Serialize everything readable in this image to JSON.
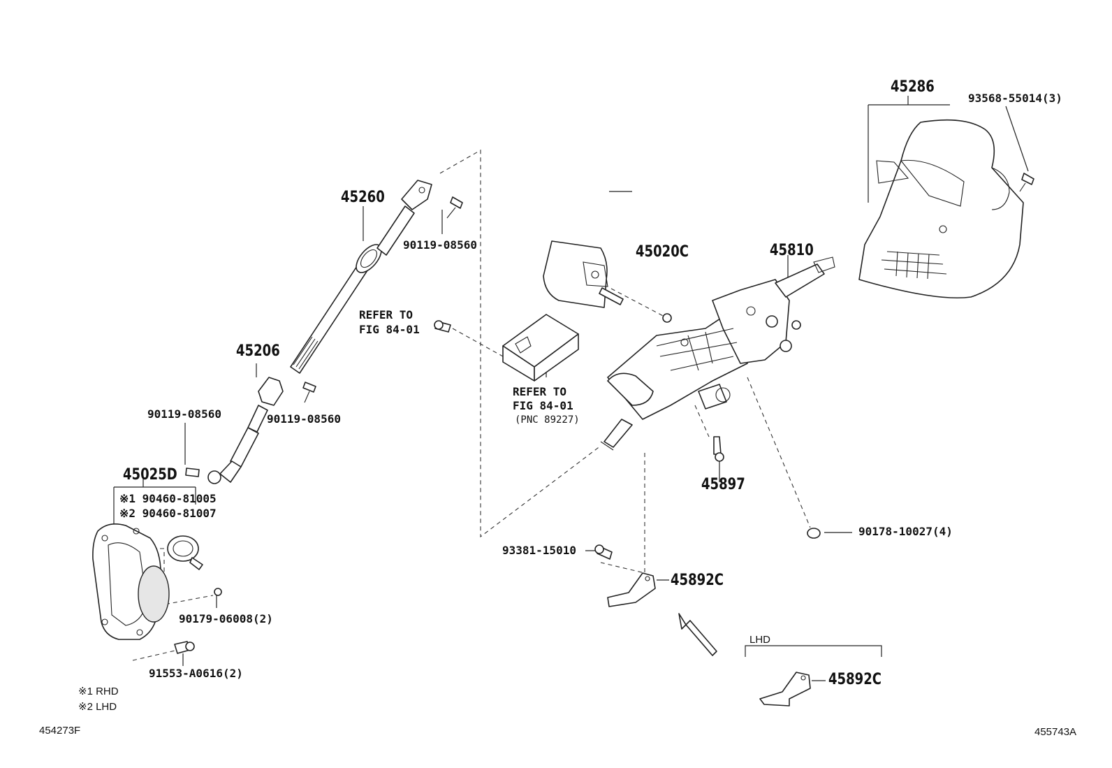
{
  "labels": {
    "p45286": "45286",
    "p93568": "93568-55014(3)",
    "p45260": "45260",
    "p90119_a": "90119-08560",
    "p45020c": "45020C",
    "p45810": "45810",
    "refer1_l1": "REFER TO",
    "refer1_l2": "FIG 84-01",
    "p45206": "45206",
    "refer2_l1": "REFER TO",
    "refer2_l2": "FIG 84-01",
    "refer2_l3": "(PNC 89227)",
    "p90119_b": "90119-08560",
    "p90119_c": "90119-08560",
    "p45025d": "45025D",
    "p90460_1": "※1 90460-81005",
    "p90460_2": "※2 90460-81007",
    "p45897": "45897",
    "p90178": "90178-10027(4)",
    "p93381": "93381-15010",
    "p45892c_a": "45892C",
    "p90179": "90179-06008(2)",
    "lhd": "LHD",
    "p45892c_b": "45892C",
    "p91553": "91553-A0616(2)",
    "note1": "※1 RHD",
    "note2": "※2 LHD",
    "fig_left": "454273F",
    "fig_right": "455743A"
  }
}
